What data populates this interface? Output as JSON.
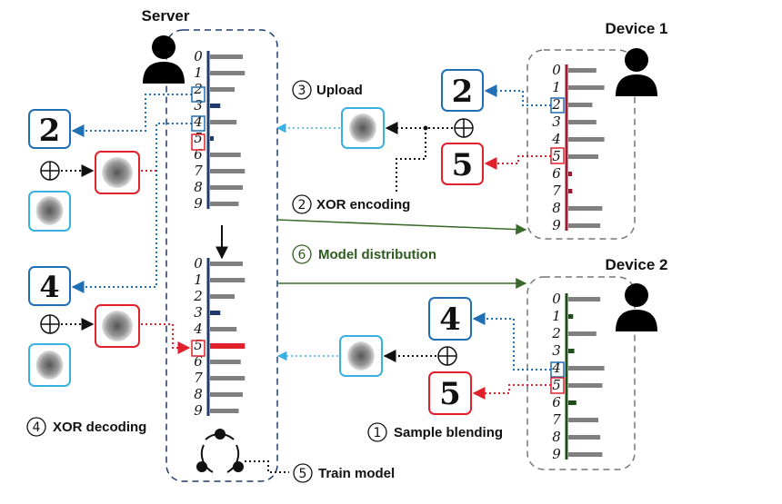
{
  "titles": {
    "server": "Server",
    "device1": "Device 1",
    "device2": "Device 2"
  },
  "steps": {
    "s1": {
      "num": "1",
      "label": "Sample blending"
    },
    "s2": {
      "num": "2",
      "label": "XOR encoding"
    },
    "s3": {
      "num": "3",
      "label": "Upload"
    },
    "s4": {
      "num": "4",
      "label": "XOR decoding"
    },
    "s5": {
      "num": "5",
      "label": "Train model"
    },
    "s6": {
      "num": "6",
      "label": "Model distribution"
    }
  },
  "digits": [
    "0",
    "1",
    "2",
    "3",
    "4",
    "5",
    "6",
    "7",
    "8",
    "9"
  ],
  "tile_glyphs": {
    "two": "2",
    "four": "4",
    "five": "5"
  },
  "colors": {
    "server_axis": "#1f3b6e",
    "device1_axis": "#9b1b30",
    "device2_axis": "#1f4d1a",
    "highlight_red": "#e0202a",
    "arrow_blue": "#1f6fb5",
    "arrow_lightblue": "#3ab0e0",
    "arrow_green": "#3a6a2a",
    "bar_grey": "#808080"
  },
  "chart_data": [
    {
      "type": "bar",
      "name": "server-before",
      "categories": [
        "0",
        "1",
        "2",
        "3",
        "4",
        "5",
        "6",
        "7",
        "8",
        "9"
      ],
      "values": [
        0.8,
        0.85,
        0.6,
        0.25,
        0.65,
        0.08,
        0.75,
        0.85,
        0.8,
        0.7
      ],
      "highlight_colors": [
        "#808080",
        "#808080",
        "#808080",
        "#1f3b6e",
        "#808080",
        "#1f3b6e",
        "#808080",
        "#808080",
        "#808080",
        "#808080"
      ]
    },
    {
      "type": "bar",
      "name": "server-after",
      "categories": [
        "0",
        "1",
        "2",
        "3",
        "4",
        "5",
        "6",
        "7",
        "8",
        "9"
      ],
      "values": [
        0.8,
        0.85,
        0.6,
        0.25,
        0.65,
        0.85,
        0.75,
        0.85,
        0.8,
        0.7
      ],
      "highlight_colors": [
        "#808080",
        "#808080",
        "#808080",
        "#1f3b6e",
        "#808080",
        "#e0202a",
        "#808080",
        "#808080",
        "#808080",
        "#808080"
      ]
    },
    {
      "type": "bar",
      "name": "device1",
      "categories": [
        "0",
        "1",
        "2",
        "3",
        "4",
        "5",
        "6",
        "7",
        "8",
        "9"
      ],
      "values": [
        0.7,
        0.9,
        0.6,
        0.7,
        0.9,
        0.75,
        0.08,
        0.1,
        0.85,
        0.8
      ],
      "highlight_colors": [
        "#808080",
        "#808080",
        "#808080",
        "#808080",
        "#808080",
        "#808080",
        "#9b1b30",
        "#9b1b30",
        "#808080",
        "#808080"
      ]
    },
    {
      "type": "bar",
      "name": "device2",
      "categories": [
        "0",
        "1",
        "2",
        "3",
        "4",
        "5",
        "6",
        "7",
        "8",
        "9"
      ],
      "values": [
        0.8,
        0.12,
        0.7,
        0.15,
        0.9,
        0.85,
        0.2,
        0.75,
        0.8,
        0.85
      ],
      "highlight_colors": [
        "#808080",
        "#1f4d1a",
        "#808080",
        "#1f4d1a",
        "#808080",
        "#808080",
        "#1f4d1a",
        "#808080",
        "#808080",
        "#808080"
      ]
    }
  ]
}
